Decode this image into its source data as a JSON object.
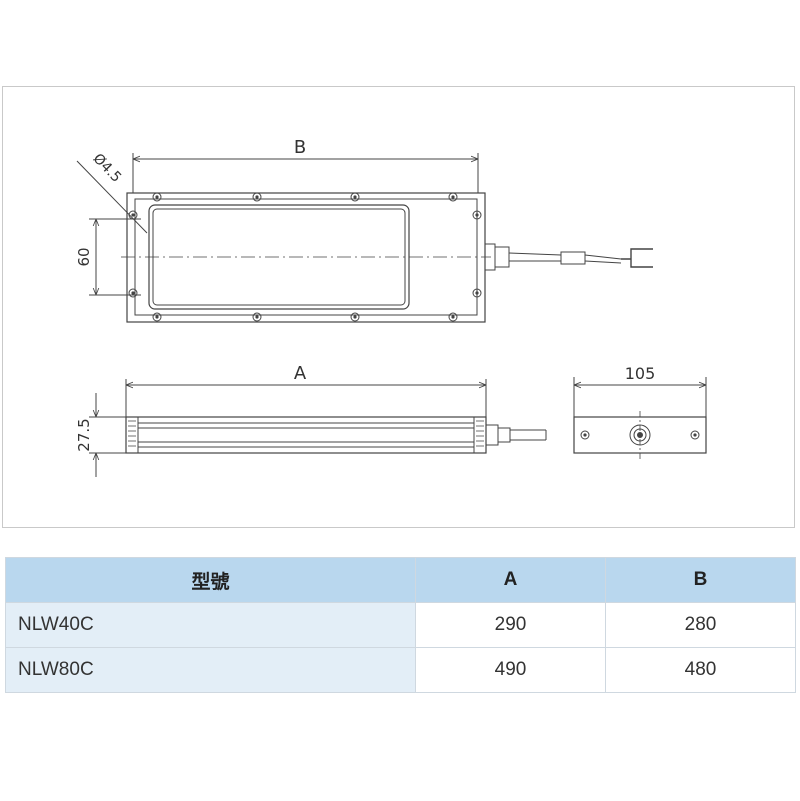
{
  "drawing": {
    "label_B": "B",
    "label_A": "A",
    "label_hole": "Ø4.5",
    "label_60": "60",
    "label_27_5": "27.5",
    "label_105": "105"
  },
  "table": {
    "headers": [
      "型號",
      "A",
      "B"
    ],
    "rows": [
      {
        "model": "NLW40C",
        "A": "290",
        "B": "280"
      },
      {
        "model": "NLW80C",
        "A": "490",
        "B": "480"
      }
    ]
  },
  "colors": {
    "header_bg": "#b9d7ee",
    "model_bg": "#e3eef7",
    "line": "#555555"
  }
}
